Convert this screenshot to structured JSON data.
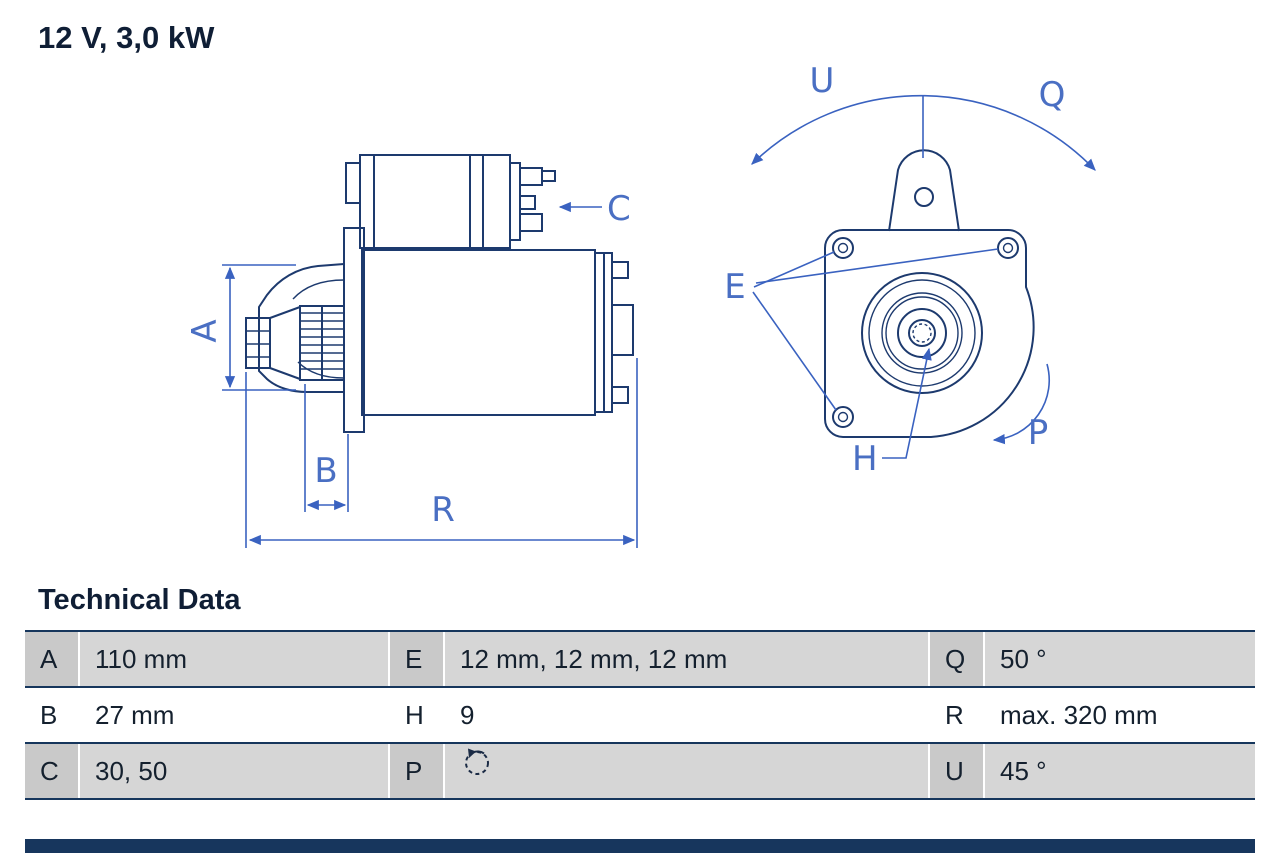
{
  "title": "12 V, 3,0 kW",
  "diagram": {
    "name": "starter-motor-technical-drawing",
    "labels": {
      "a": "A",
      "b": "B",
      "c": "C",
      "r": "R",
      "u": "U",
      "q": "Q",
      "e": "E",
      "h": "H",
      "p": "P"
    }
  },
  "technical_data": {
    "heading": "Technical Data",
    "rows": [
      {
        "cells": [
          {
            "key": "A",
            "value": "110 mm"
          },
          {
            "key": "E",
            "value": "12 mm, 12 mm, 12 mm"
          },
          {
            "key": "Q",
            "value": "50 °"
          }
        ]
      },
      {
        "cells": [
          {
            "key": "B",
            "value": "27 mm"
          },
          {
            "key": "H",
            "value": "9"
          },
          {
            "key": "R",
            "value": "max. 320 mm"
          }
        ]
      },
      {
        "cells": [
          {
            "key": "C",
            "value": "30, 50"
          },
          {
            "key": "P",
            "icon": "counterclockwise-rotation-icon"
          },
          {
            "key": "U",
            "value": "45 °"
          }
        ]
      }
    ]
  },
  "colors": {
    "part_line_navy": "#1d3a6e",
    "dimension_blue": "#3a62c0",
    "label_blue": "#4a6fc3",
    "table_row_gray": "#d6d6d6",
    "table_key_gray": "#c9c9c9",
    "table_border_navy": "#16365c",
    "divider_bar_navy": "#17365d"
  }
}
